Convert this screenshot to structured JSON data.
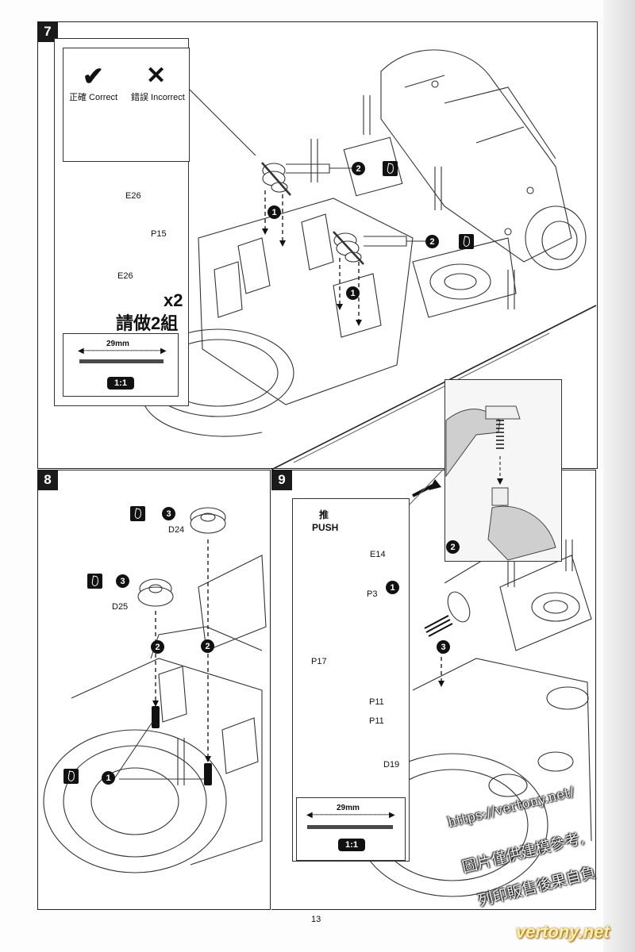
{
  "page": {
    "number": "13"
  },
  "icons": {
    "check": "✔",
    "cross": "✕",
    "dimension_arrow": "◀────────────────▶"
  },
  "markers": {
    "one": "1",
    "two": "2",
    "three": "3"
  },
  "steps": {
    "s7": {
      "number": "7",
      "correct_label": "正確 Correct",
      "incorrect_label": "錯誤 Incorrect",
      "parts": {
        "e26_top": "E26",
        "p15": "P15",
        "e26_bottom": "E26"
      },
      "quantity": "x2",
      "make_sets": "請做2組",
      "length": "29mm",
      "scale": "1:1"
    },
    "s8": {
      "number": "8",
      "parts": {
        "d24": "D24",
        "d25": "D25"
      }
    },
    "s9": {
      "number": "9",
      "push_cn": "推",
      "push": "PUSH",
      "parts": {
        "e14": "E14",
        "p3": "P3",
        "p17": "P17",
        "p11_top": "P11",
        "p11_bottom": "P11",
        "d19": "D19"
      },
      "length": "29mm",
      "scale": "1:1"
    }
  },
  "watermark": {
    "url": "https://vertony.net/",
    "note1": "圖片僅供建模參考,",
    "note2": "列印販售後果自負",
    "site": "vertony.net"
  }
}
